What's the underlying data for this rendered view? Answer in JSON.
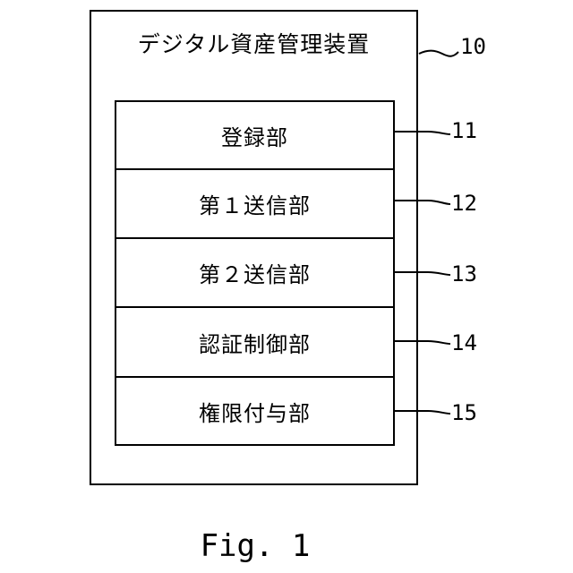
{
  "device": {
    "title": "デジタル資産管理装置",
    "ref": "10"
  },
  "modules": [
    {
      "label": "登録部",
      "ref": "11"
    },
    {
      "label": "第１送信部",
      "ref": "12"
    },
    {
      "label": "第２送信部",
      "ref": "13"
    },
    {
      "label": "認証制御部",
      "ref": "14"
    },
    {
      "label": "権限付与部",
      "ref": "15"
    }
  ],
  "figure_caption": "Fig. 1"
}
